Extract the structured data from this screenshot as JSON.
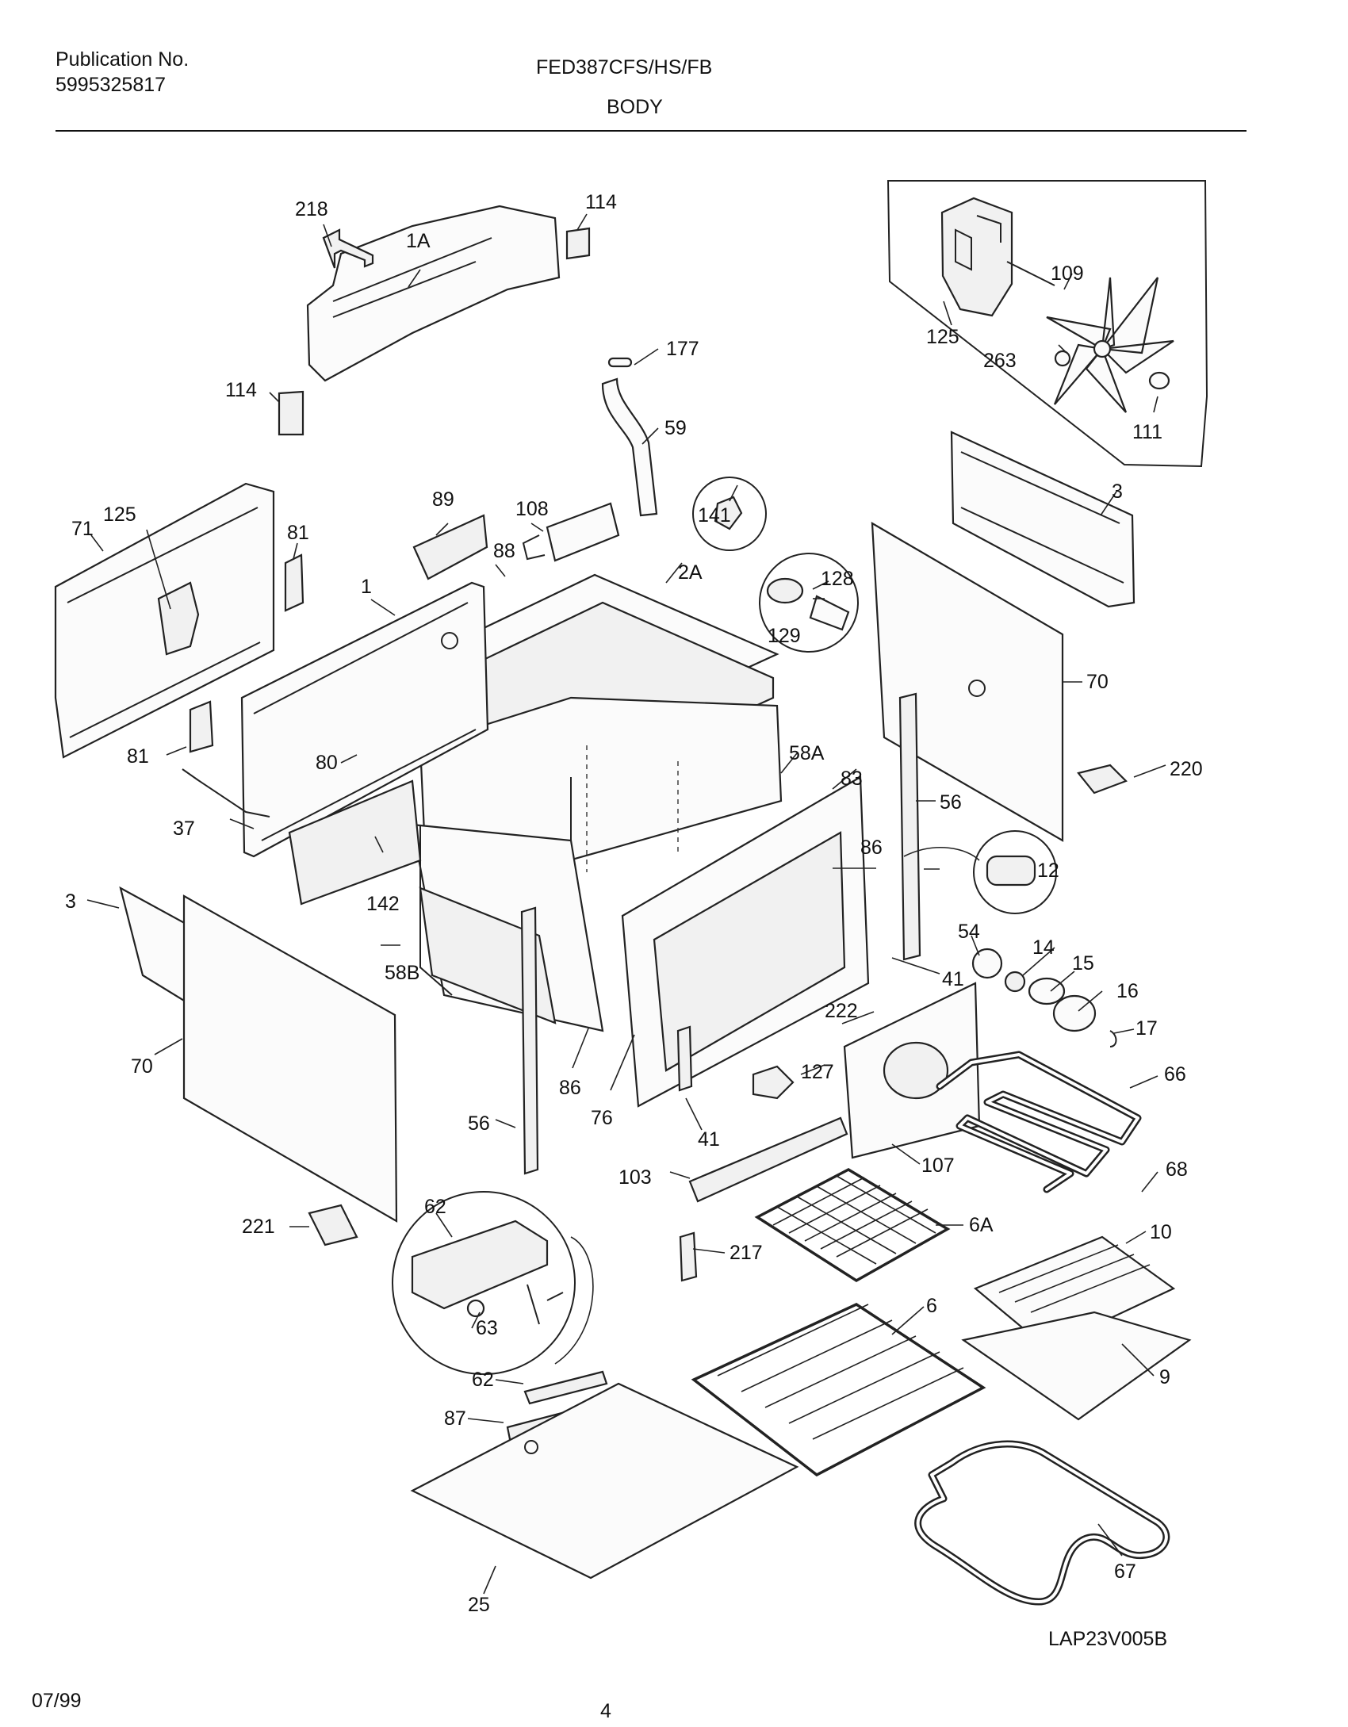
{
  "header": {
    "publication_label": "Publication No.",
    "publication_number": "5995325817",
    "model": "FED387CFS/HS/FB",
    "section": "BODY"
  },
  "footer": {
    "date": "07/99",
    "page": "4",
    "diagram_code": "LAP23V005B"
  },
  "callouts": {
    "c218": "218",
    "c1A": "1A",
    "c114a": "114",
    "c114b": "114",
    "c177": "177",
    "c59": "59",
    "c109": "109",
    "c125a": "125",
    "c263": "263",
    "c111": "111",
    "c71": "71",
    "c125b": "125",
    "c81a": "81",
    "c89": "89",
    "c108": "108",
    "c141": "141",
    "c88": "88",
    "c2A": "2A",
    "c128": "128",
    "c129": "129",
    "c3a": "3",
    "c70a": "70",
    "c1": "1",
    "c81b": "81",
    "c80": "80",
    "c37": "37",
    "c142": "142",
    "c58A": "58A",
    "c83": "83",
    "c56a": "56",
    "c220": "220",
    "c12": "12",
    "c86a": "86",
    "c54": "54",
    "c14": "14",
    "c15": "15",
    "c16": "16",
    "c17": "17",
    "c41a": "41",
    "c3b": "3",
    "c58B": "58B",
    "c222": "222",
    "c66": "66",
    "c70b": "70",
    "c86b": "86",
    "c127": "127",
    "c76": "76",
    "c56b": "56",
    "c41b": "41",
    "c107": "107",
    "c68": "68",
    "c103": "103",
    "c6A": "6A",
    "c62a": "62",
    "c221": "221",
    "c217": "217",
    "c10": "10",
    "c63": "63",
    "c6": "6",
    "c9": "9",
    "c62b": "62",
    "c87": "87",
    "c67": "67",
    "c25": "25"
  }
}
